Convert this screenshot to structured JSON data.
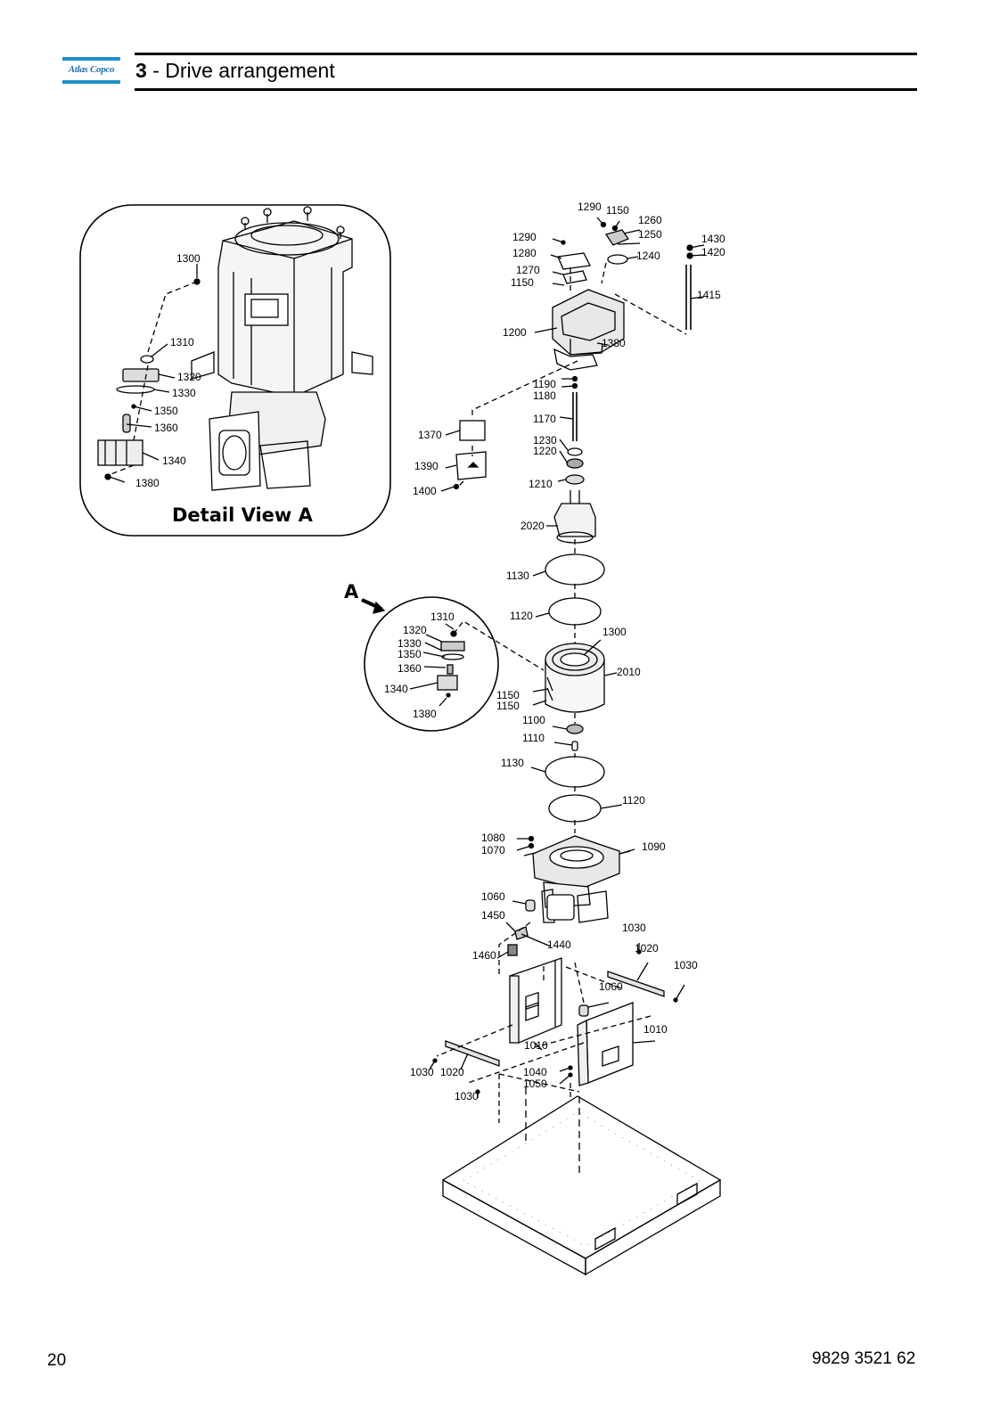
{
  "header": {
    "logo_text": "Atlas Copco",
    "chapter_number": "3",
    "chapter_separator": " - ",
    "chapter_title": "Drive arrangement"
  },
  "detail_view": {
    "title": "Detail View A",
    "callouts": [
      "1300",
      "1310",
      "1320",
      "1330",
      "1350",
      "1360",
      "1340",
      "1380"
    ]
  },
  "inset_marker": "A",
  "inset_callouts": [
    "1310",
    "1320",
    "1330",
    "1350",
    "1360",
    "1340",
    "1380"
  ],
  "main_callouts": [
    "1290",
    "1150",
    "1260",
    "1250",
    "1290",
    "1280",
    "1240",
    "1430",
    "1420",
    "1270",
    "1150",
    "1415",
    "1200",
    "1380",
    "1190",
    "1180",
    "1170",
    "1370",
    "1230",
    "1220",
    "1390",
    "1210",
    "1400",
    "2020",
    "1130",
    "1120",
    "1300",
    "2010",
    "1150",
    "1150",
    "1100",
    "1110",
    "1130",
    "1120",
    "1080",
    "1070",
    "1090",
    "1060",
    "1450",
    "1440",
    "1460",
    "1030",
    "1020",
    "1030",
    "1060",
    "1010",
    "1010",
    "1030",
    "1020",
    "1040",
    "1050",
    "1030"
  ],
  "footer": {
    "page_number": "20",
    "document_number": "9829 3521 62"
  },
  "colors": {
    "logo_blue": "#1e8fc8",
    "ink": "#000000"
  }
}
